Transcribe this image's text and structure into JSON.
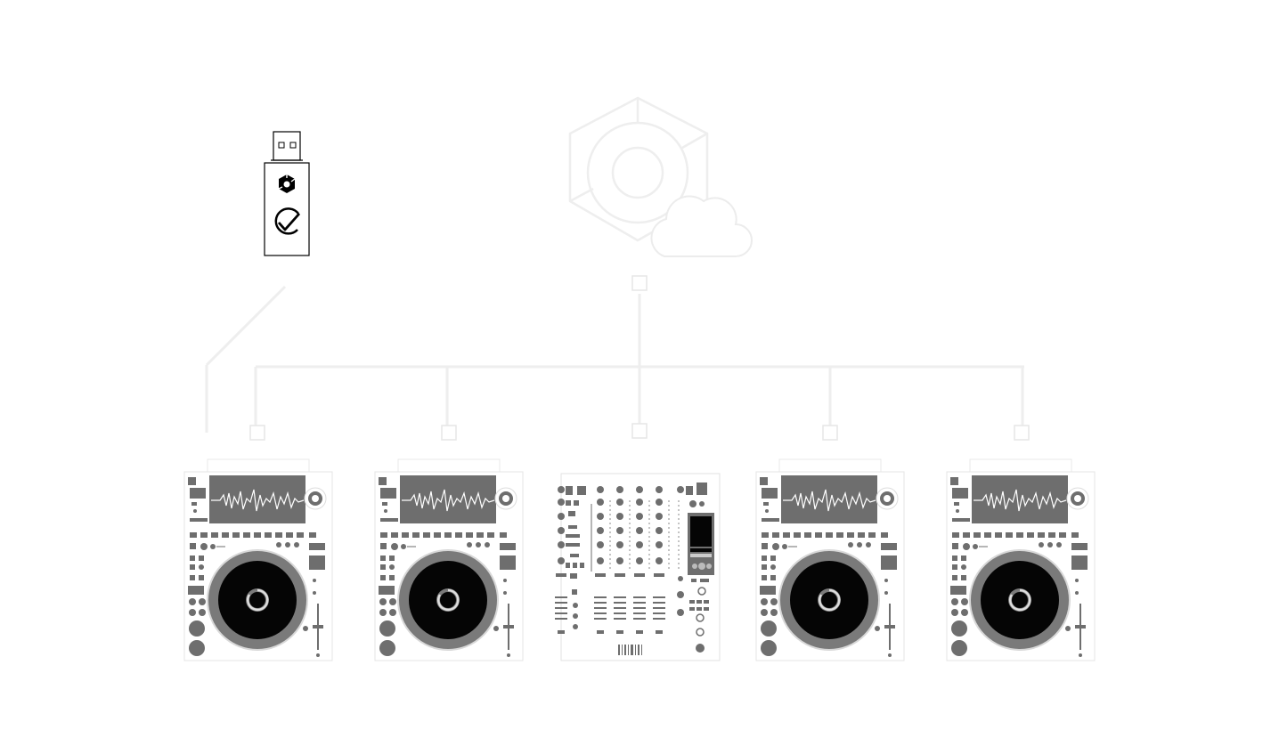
{
  "diagram": {
    "description_free": true,
    "colors": {
      "background": "#ffffff",
      "deck_gray": "#6e6e6e",
      "platter_black": "#050505",
      "platter_ring": "#7a7a7a",
      "connector_line": "#eeeeee",
      "cloud_logo": "#f0f0f0",
      "usb_outline": "#000000"
    },
    "nodes": {
      "usb_drive": {
        "icon": "usb-drive-icon",
        "badge_icons": [
          "rekordbox-logo-icon",
          "check-circle-icon"
        ]
      },
      "cloud_hub": {
        "icon": "rekordbox-cloud-icon"
      },
      "devices": [
        {
          "kind": "player",
          "icon": "cdj-player-icon"
        },
        {
          "kind": "player",
          "icon": "cdj-player-icon"
        },
        {
          "kind": "mixer",
          "icon": "dj-mixer-icon"
        },
        {
          "kind": "player",
          "icon": "cdj-player-icon"
        },
        {
          "kind": "player",
          "icon": "cdj-player-icon"
        }
      ]
    }
  }
}
